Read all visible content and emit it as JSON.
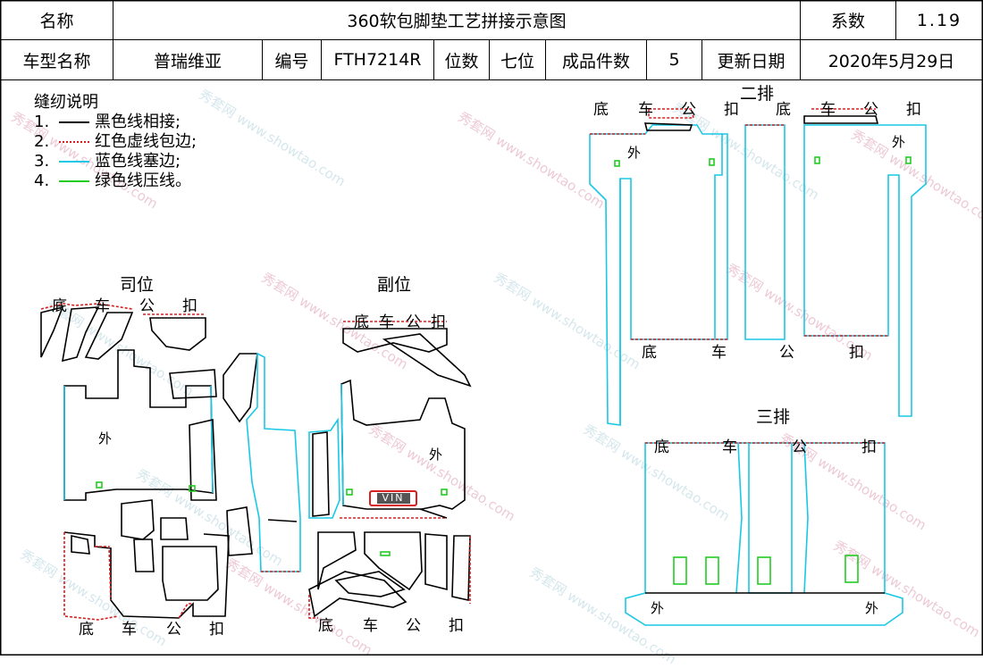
{
  "header": {
    "name_label": "名称",
    "title": "360软包脚垫工艺拼接示意图",
    "coef_label": "系数",
    "coef_value": "1.19",
    "model_label": "车型名称",
    "model_value": "普瑞维亚",
    "code_label": "编号",
    "code_value": "FTH7214R",
    "seats_label": "位数",
    "seats_value": "七位",
    "pieces_label": "成品件数",
    "pieces_value": "5",
    "date_label": "更新日期",
    "date_value": "2020年5月29日"
  },
  "legend": {
    "title": "缝纫说明",
    "items": [
      {
        "num": "1.",
        "text": "黑色线相接;",
        "color": "#000000"
      },
      {
        "num": "2.",
        "text": "红色虚线包边;",
        "color": "#d81e1e"
      },
      {
        "num": "3.",
        "text": "蓝色线塞边;",
        "color": "#18c8e6"
      },
      {
        "num": "4.",
        "text": "绿色线压线。",
        "color": "#22cc22"
      }
    ]
  },
  "sections": {
    "driver": "司位",
    "passenger": "副位",
    "row2": "二排",
    "row3": "三排"
  },
  "labels": {
    "di": "底",
    "che": "车",
    "gong": "公",
    "kou": "扣",
    "wai": "外",
    "vin": "VIN"
  },
  "watermark": {
    "brand": "秀套网",
    "site": "www.showtao.com"
  },
  "colors": {
    "black_seam": "#000000",
    "red_binding": "#d81e1e",
    "blue_edge": "#18c8e6",
    "green_press": "#22cc22"
  }
}
